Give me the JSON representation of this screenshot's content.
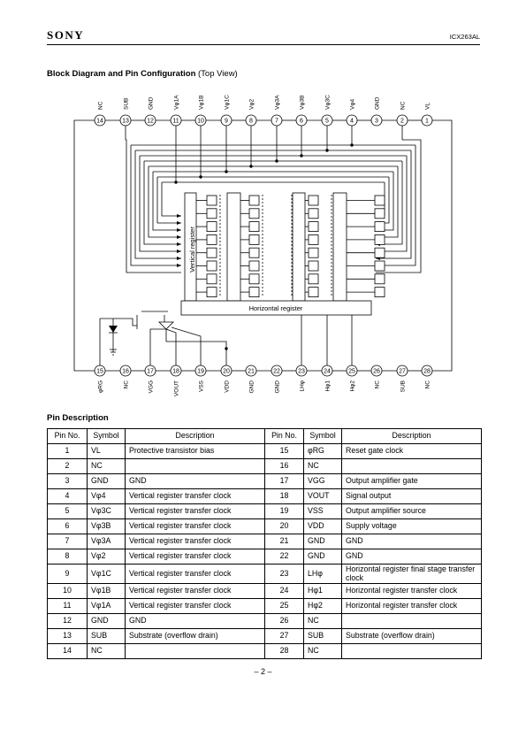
{
  "header": {
    "brand": "SONY",
    "model": "ICX263AL"
  },
  "section1": {
    "title_bold": "Block Diagram and Pin Configuration",
    "title_rest": " (Top View)"
  },
  "diagram": {
    "top_pin_labels": [
      "NC",
      "SUB",
      "GND",
      "Vφ1A",
      "Vφ1B",
      "Vφ1C",
      "Vφ2",
      "Vφ3A",
      "Vφ3B",
      "Vφ3C",
      "Vφ4",
      "GND",
      "NC",
      "VL"
    ],
    "top_pin_numbers": [
      "14",
      "13",
      "12",
      "11",
      "10",
      "9",
      "8",
      "7",
      "6",
      "5",
      "4",
      "3",
      "2",
      "1"
    ],
    "bottom_pin_numbers": [
      "15",
      "16",
      "17",
      "18",
      "19",
      "20",
      "21",
      "22",
      "23",
      "24",
      "25",
      "26",
      "27",
      "28"
    ],
    "bottom_pin_labels": [
      "φRG",
      "NC",
      "VGG",
      "VOUT",
      "VSS",
      "VDD",
      "GND",
      "GND",
      "LHφ",
      "Hφ1",
      "Hφ2",
      "NC",
      "SUB",
      "NC"
    ],
    "vertical_register": "Vertical register",
    "horizontal_register": "Horizontal register"
  },
  "section2": {
    "title": "Pin Description"
  },
  "table": {
    "headers": [
      "Pin No.",
      "Symbol",
      "Description",
      "Pin No.",
      "Symbol",
      "Description"
    ],
    "rows": [
      [
        "1",
        "VL",
        "Protective transistor bias",
        "15",
        "φRG",
        "Reset gate clock"
      ],
      [
        "2",
        "NC",
        "",
        "16",
        "NC",
        ""
      ],
      [
        "3",
        "GND",
        "GND",
        "17",
        "VGG",
        "Output amplifier gate"
      ],
      [
        "4",
        "Vφ4",
        "Vertical register transfer clock",
        "18",
        "VOUT",
        "Signal output"
      ],
      [
        "5",
        "Vφ3C",
        "Vertical register transfer clock",
        "19",
        "VSS",
        "Output amplifier source"
      ],
      [
        "6",
        "Vφ3B",
        "Vertical register transfer clock",
        "20",
        "VDD",
        "Supply voltage"
      ],
      [
        "7",
        "Vφ3A",
        "Vertical register transfer clock",
        "21",
        "GND",
        "GND"
      ],
      [
        "8",
        "Vφ2",
        "Vertical register transfer clock",
        "22",
        "GND",
        "GND"
      ],
      [
        "9",
        "Vφ1C",
        "Vertical register transfer clock",
        "23",
        "LHφ",
        "Horizontal register final stage transfer clock"
      ],
      [
        "10",
        "Vφ1B",
        "Vertical register transfer clock",
        "24",
        "Hφ1",
        "Horizontal register transfer clock"
      ],
      [
        "11",
        "Vφ1A",
        "Vertical register transfer clock",
        "25",
        "Hφ2",
        "Horizontal register transfer clock"
      ],
      [
        "12",
        "GND",
        "GND",
        "26",
        "NC",
        ""
      ],
      [
        "13",
        "SUB",
        "Substrate (overflow drain)",
        "27",
        "SUB",
        "Substrate (overflow drain)"
      ],
      [
        "14",
        "NC",
        "",
        "28",
        "NC",
        ""
      ]
    ]
  },
  "footer": {
    "page": "– 2 –"
  }
}
